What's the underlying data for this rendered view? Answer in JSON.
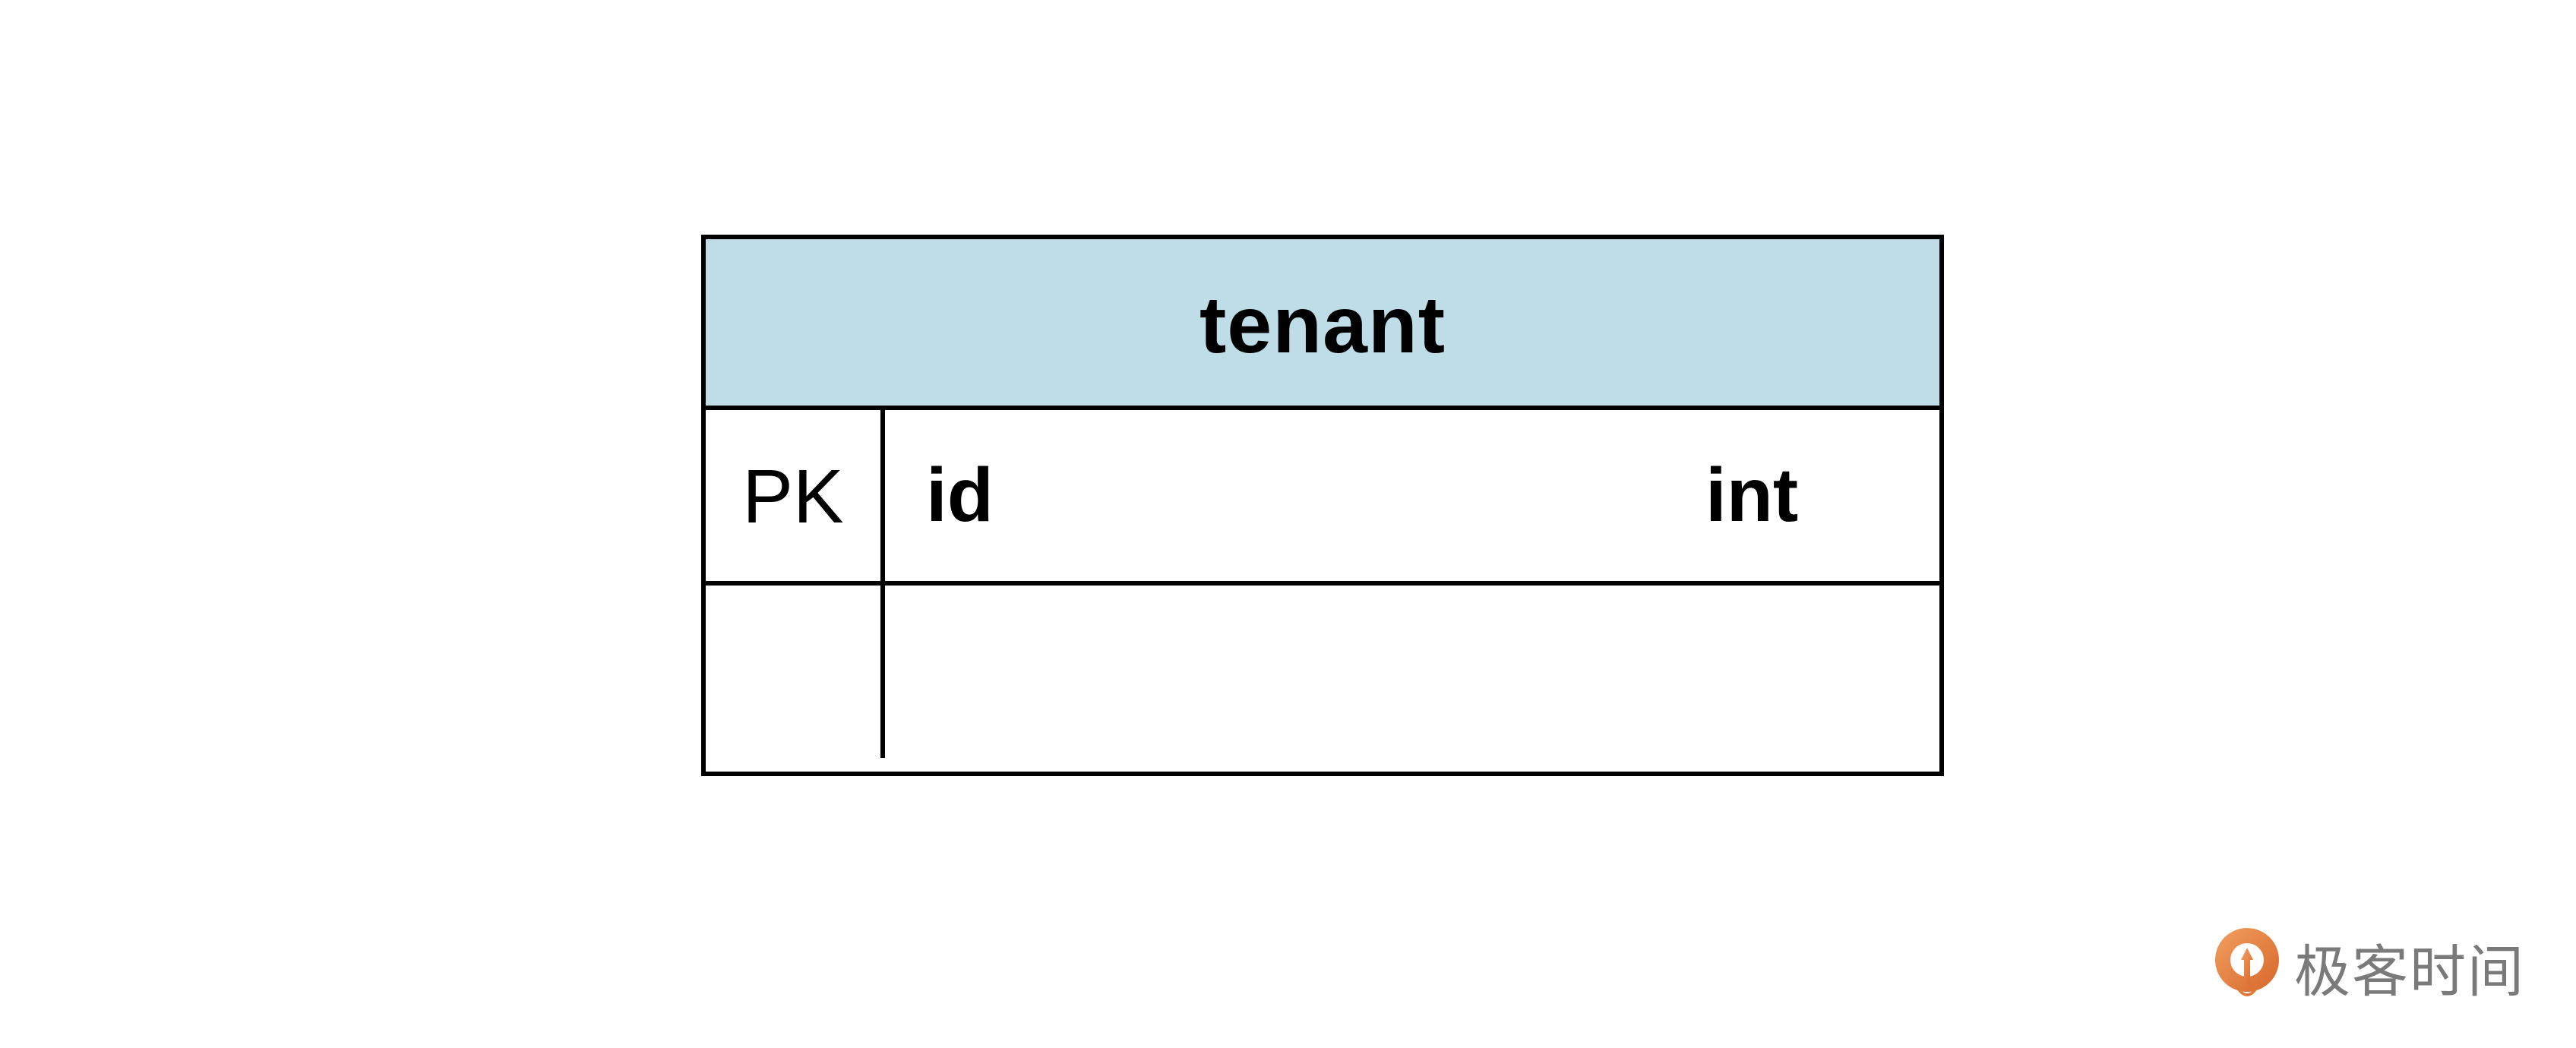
{
  "entity": {
    "name": "tenant",
    "header_color": "#bfdde6",
    "columns": [
      {
        "key": "PK",
        "name": "id",
        "type": "int"
      }
    ]
  },
  "brand": {
    "text": "极客时间",
    "logo_icon": "geektime-logo-icon",
    "logo_color": "#e8803a",
    "text_color": "#7a7a7a"
  }
}
